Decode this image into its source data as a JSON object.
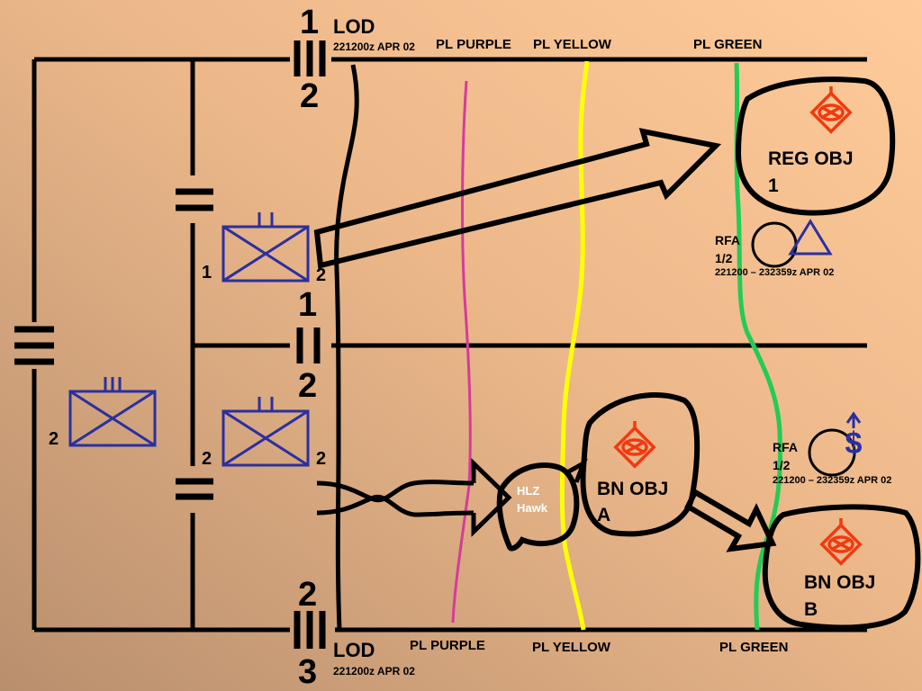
{
  "top_lod": {
    "label": "LOD",
    "dtg": "221200z APR 02",
    "upper_unit": "1",
    "lower_unit": "2"
  },
  "bottom_lod": {
    "label": "LOD",
    "dtg": "221200z APR 02",
    "upper_unit": "2",
    "lower_unit": "3"
  },
  "middle_boundary": {
    "upper_unit": "1",
    "lower_unit": "2"
  },
  "phase_lines_top": {
    "purple": "PL PURPLE",
    "yellow": "PL YELLOW",
    "green": "PL GREEN"
  },
  "phase_lines_bottom": {
    "purple": "PL PURPLE",
    "yellow": "PL YELLOW",
    "green": "PL GREEN"
  },
  "units": {
    "upper_left_num": "1",
    "upper_right_num": "2",
    "lower_left_num": "2",
    "lower_right_num": "2",
    "reserve_num": "2"
  },
  "objectives": {
    "reg_obj_1": {
      "line1": "REG OBJ",
      "line2": "1"
    },
    "bn_obj_a": {
      "line1": "BN OBJ",
      "line2": "A"
    },
    "bn_obj_b": {
      "line1": "BN OBJ",
      "line2": "B"
    }
  },
  "hlz": {
    "line1": "HLZ",
    "line2": "Hawk"
  },
  "rfa_1": {
    "line1": "RFA",
    "line2": "1/2",
    "dtg": "221200 – 232359z APR 02"
  },
  "rfa_2": {
    "line1": "RFA",
    "line2": "1/2",
    "dtg": "221200 – 232359z APR 02"
  },
  "colors": {
    "background_light": "#FFCB9A",
    "background_dark": "#B88F6E",
    "unit_symbol": "#2B2FA0",
    "objective_symbol": "#F03A10",
    "pl_purple": "#D43C9A",
    "pl_yellow": "#FFFF00",
    "pl_green": "#22CC55",
    "hlz_text": "#FFFFFF"
  }
}
